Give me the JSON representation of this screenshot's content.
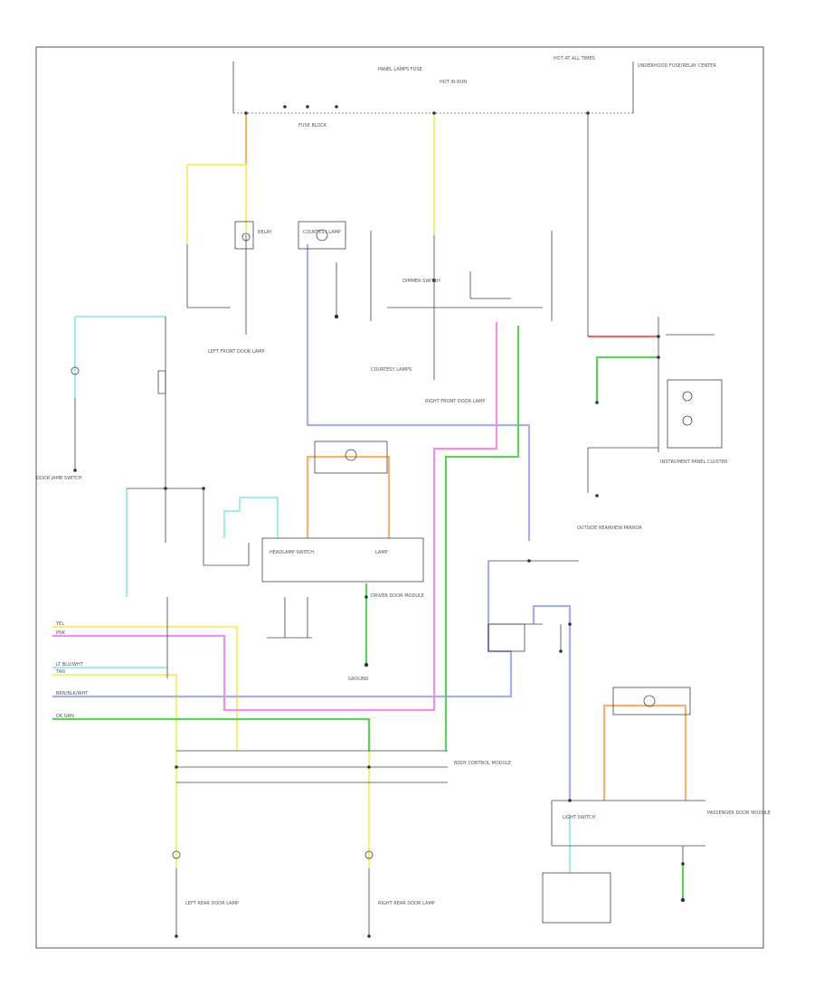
{
  "page_label": "",
  "colors": {
    "yellow": "#f5f07a",
    "orange": "#f5b46e",
    "blue": "#a8aef0",
    "cyan": "#a9ecf0",
    "pink": "#f28ff2",
    "green": "#5ed05e",
    "red": "#f06a6a",
    "black": "#444444"
  },
  "wire_labels": [
    {
      "text": "YEL"
    },
    {
      "text": "PNK"
    },
    {
      "text": "LT BLU/WHT"
    },
    {
      "text": "TAN"
    },
    {
      "text": "BRN/BLK/WHT"
    },
    {
      "text": "DK GRN"
    }
  ],
  "labels": [
    {
      "text": "HOT AT ALL TIMES"
    },
    {
      "text": "PANEL LAMPS FUSE"
    },
    {
      "text": "UNDERHOOD FUSE/RELAY CENTER"
    },
    {
      "text": "HOT IN RUN"
    },
    {
      "text": "FUSE BLOCK"
    },
    {
      "text": "LEFT FRONT DOOR LAMP"
    },
    {
      "text": "RIGHT FRONT DOOR LAMP"
    },
    {
      "text": "COURTESY LAMPS"
    },
    {
      "text": "DIMMER SWITCH"
    },
    {
      "text": "DOOR JAMB SWITCH"
    },
    {
      "text": "INSTRUMENT PANEL CLUSTER"
    },
    {
      "text": "DRIVER DOOR MODULE"
    },
    {
      "text": "PASSENGER DOOR MODULE"
    },
    {
      "text": "OUTSIDE REARVIEW MIRROR"
    },
    {
      "text": "LEFT REAR DOOR LAMP"
    },
    {
      "text": "RIGHT REAR DOOR LAMP"
    },
    {
      "text": "BODY CONTROL MODULE"
    },
    {
      "text": "GROUND"
    },
    {
      "text": "HEADLAMP SWITCH"
    },
    {
      "text": "LIGHT SWITCH"
    },
    {
      "text": "COURTESY LAMP"
    },
    {
      "text": "LAMP"
    },
    {
      "text": "RELAY"
    }
  ]
}
